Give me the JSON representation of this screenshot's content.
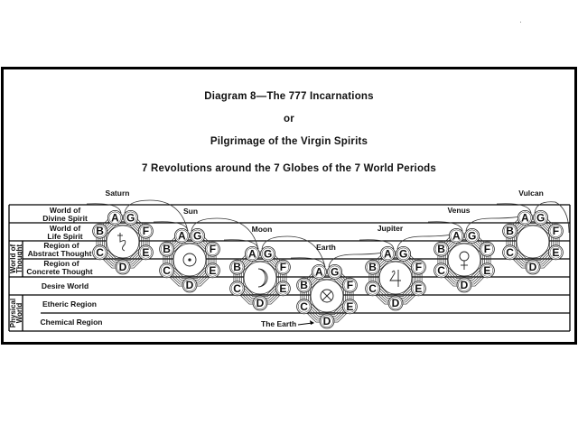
{
  "titles": {
    "line1": "Diagram 8—The 777 Incarnations",
    "line2": "or",
    "line3": "Pilgrimage of the Virgin Spirits",
    "line4": "7 Revolutions around the 7 Globes of the 7 World Periods"
  },
  "rows": [
    {
      "label1": "World of",
      "label2": "Divine Spirit"
    },
    {
      "label1": "World of",
      "label2": "Life Spirit"
    },
    {
      "label1": "Region of",
      "label2": "Abstract Thought"
    },
    {
      "label1": "Region of",
      "label2": "Concrete Thought"
    },
    {
      "label1": "Desire World",
      "label2": ""
    },
    {
      "label1": "Etheric Region",
      "label2": ""
    },
    {
      "label1": "Chemical Region",
      "label2": ""
    }
  ],
  "groups": {
    "thought1": "World of",
    "thought2": "Thought",
    "physical1": "Physical",
    "physical2": "World"
  },
  "periods": [
    {
      "name": "Saturn",
      "symbol": "saturn"
    },
    {
      "name": "Sun",
      "symbol": "sun"
    },
    {
      "name": "Moon",
      "symbol": "moon"
    },
    {
      "name": "Earth",
      "symbol": "earth"
    },
    {
      "name": "Jupiter",
      "symbol": "jupiter"
    },
    {
      "name": "Venus",
      "symbol": "venus"
    },
    {
      "name": "Vulcan",
      "symbol": "vulcan"
    }
  ],
  "globe_letters": [
    "A",
    "B",
    "C",
    "D",
    "E",
    "F",
    "G"
  ],
  "annotations": {
    "the_earth": "The Earth"
  }
}
